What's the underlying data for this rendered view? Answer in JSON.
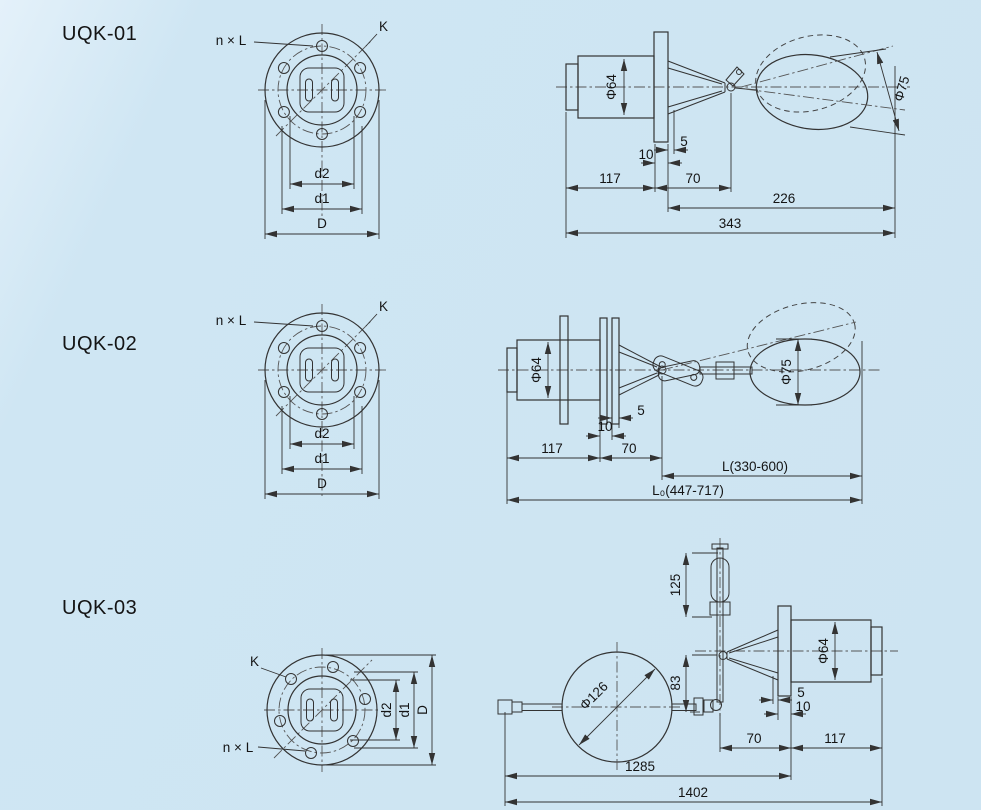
{
  "page": {
    "background": "#cde4f2",
    "line_color": "#333333",
    "text_color": "#141414"
  },
  "sections": {
    "uqk01": {
      "title": "UQK-01",
      "flange": {
        "n_x_l": "n × L",
        "k": "K",
        "d2": "d2",
        "d1": "d1",
        "D": "D"
      },
      "side": {
        "phi_body": "Φ64",
        "phi_float": "Φ75",
        "dim_5": "5",
        "dim_10": "10",
        "dim_117": "117",
        "dim_70": "70",
        "dim_226": "226",
        "dim_343": "343"
      }
    },
    "uqk02": {
      "title": "UQK-02",
      "flange": {
        "n_x_l": "n × L",
        "k": "K",
        "d2": "d2",
        "d1": "d1",
        "D": "D"
      },
      "side": {
        "phi_body": "Φ64",
        "phi_float": "Φ75",
        "dim_5": "5",
        "dim_10": "10",
        "dim_117": "117",
        "dim_70": "70",
        "dim_L": "L(330-600)",
        "dim_L0": "L₀(447-717)"
      }
    },
    "uqk03": {
      "title": "UQK-03",
      "flange": {
        "n_x_l": "n × L",
        "k": "K",
        "d2": "d2",
        "d1": "d1",
        "D": "D"
      },
      "side": {
        "phi_body": "Φ64",
        "phi_float": "Φ126",
        "dim_5": "5",
        "dim_10": "10",
        "dim_117": "117",
        "dim_70": "70",
        "dim_125": "125",
        "dim_83": "83",
        "dim_1285": "1285",
        "dim_1402": "1402"
      }
    }
  }
}
